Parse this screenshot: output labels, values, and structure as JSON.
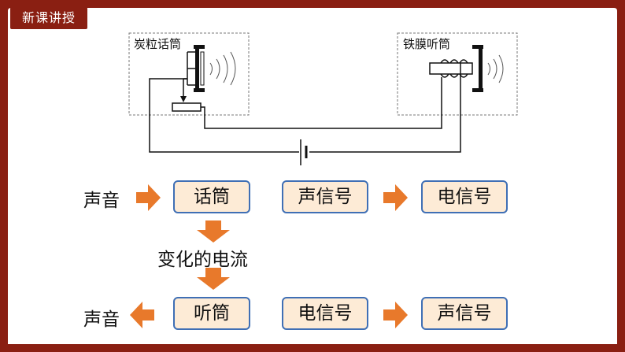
{
  "header": {
    "title": "新课讲授"
  },
  "diagram": {
    "mic_label": "炭粒话筒",
    "receiver_label": "铁膜听筒"
  },
  "row1": {
    "start": "声音",
    "box1": "话筒",
    "box2": "声信号",
    "box3": "电信号"
  },
  "middle": {
    "label": "变化的电流"
  },
  "row2": {
    "end": "声音",
    "box1": "听筒",
    "box2": "电信号",
    "box3": "声信号"
  },
  "colors": {
    "frame": "#8a1f12",
    "arrow": "#e8792b",
    "box_fill": "#fdebd6",
    "box_border": "#3f6fb5"
  }
}
